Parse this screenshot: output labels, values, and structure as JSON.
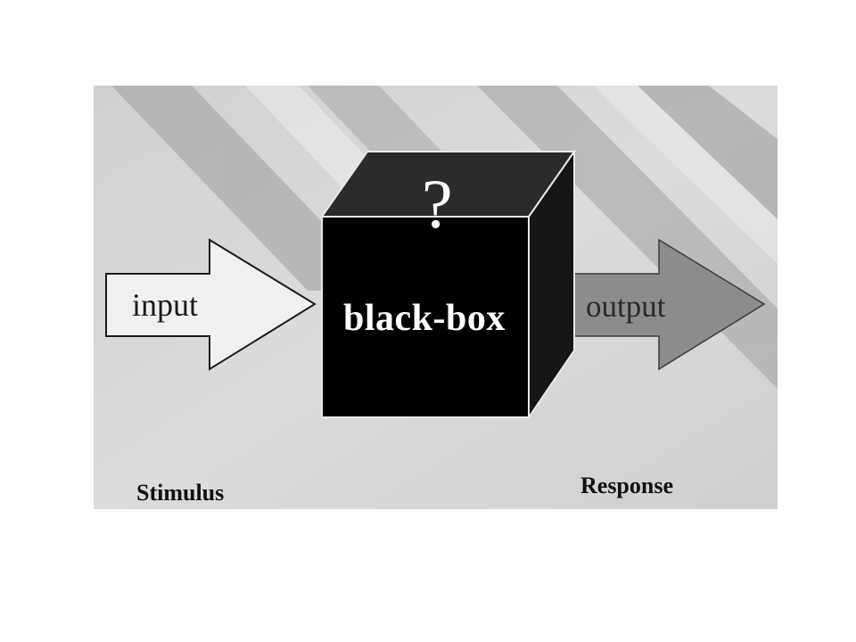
{
  "diagram": {
    "input_label": "input",
    "box_label": "black-box",
    "question_mark": "?",
    "output_label": "output",
    "stimulus_label": "Stimulus",
    "response_label": "Response"
  },
  "colors": {
    "background": "#d6d6d6",
    "cube_front": "#000000",
    "cube_top": "#2b2b2b",
    "cube_side": "#161616",
    "input_arrow": "#f0f0f0",
    "output_arrow": "#8c8c8c"
  }
}
